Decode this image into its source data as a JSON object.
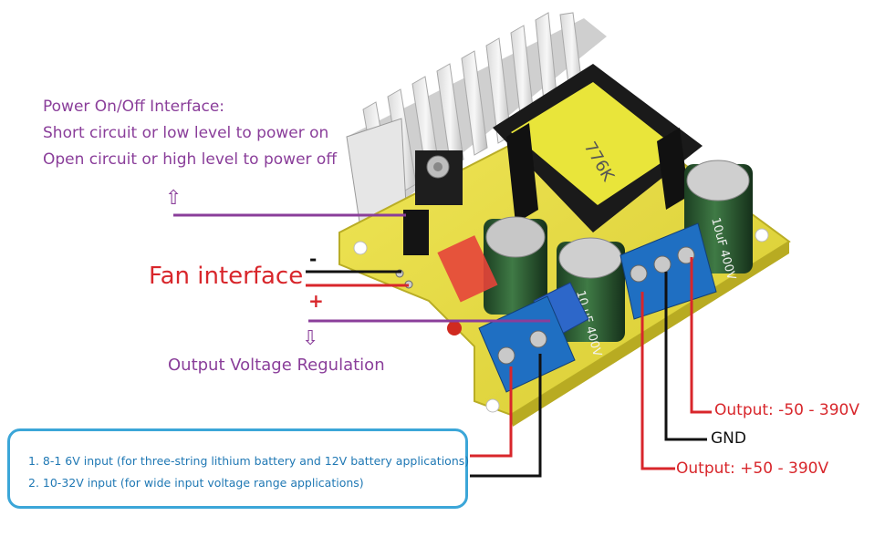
{
  "power_interface": {
    "title": "Power On/Off Interface:",
    "line1": "Short circuit or low level to power on",
    "line2": "Open circuit or high level to power off",
    "arrow_glyph": "⇧"
  },
  "fan": {
    "label": "Fan interface",
    "minus": "-",
    "plus": "+"
  },
  "regulation": {
    "label": "Output Voltage Regulation",
    "arrow_glyph": "⇩"
  },
  "input": {
    "line1": "1. 8-1 6V input (for three-string lithium battery and 12V battery applications)",
    "line2": "2. 10-32V input (for wide input voltage range applications)"
  },
  "outputs": {
    "negative": "Output: -50 - 390V",
    "gnd": "GND",
    "positive": "Output: +50 - 390V"
  },
  "board_print": {
    "transformer": "776K",
    "cap_a": "10uF 400V",
    "cap_b": "10 uF 400V"
  },
  "colors": {
    "purple": "#8a3e9a",
    "red": "#d8262b",
    "blue": "#3ba6d8",
    "pcb": "#e8de4a",
    "terminal": "#1f6fc2"
  }
}
